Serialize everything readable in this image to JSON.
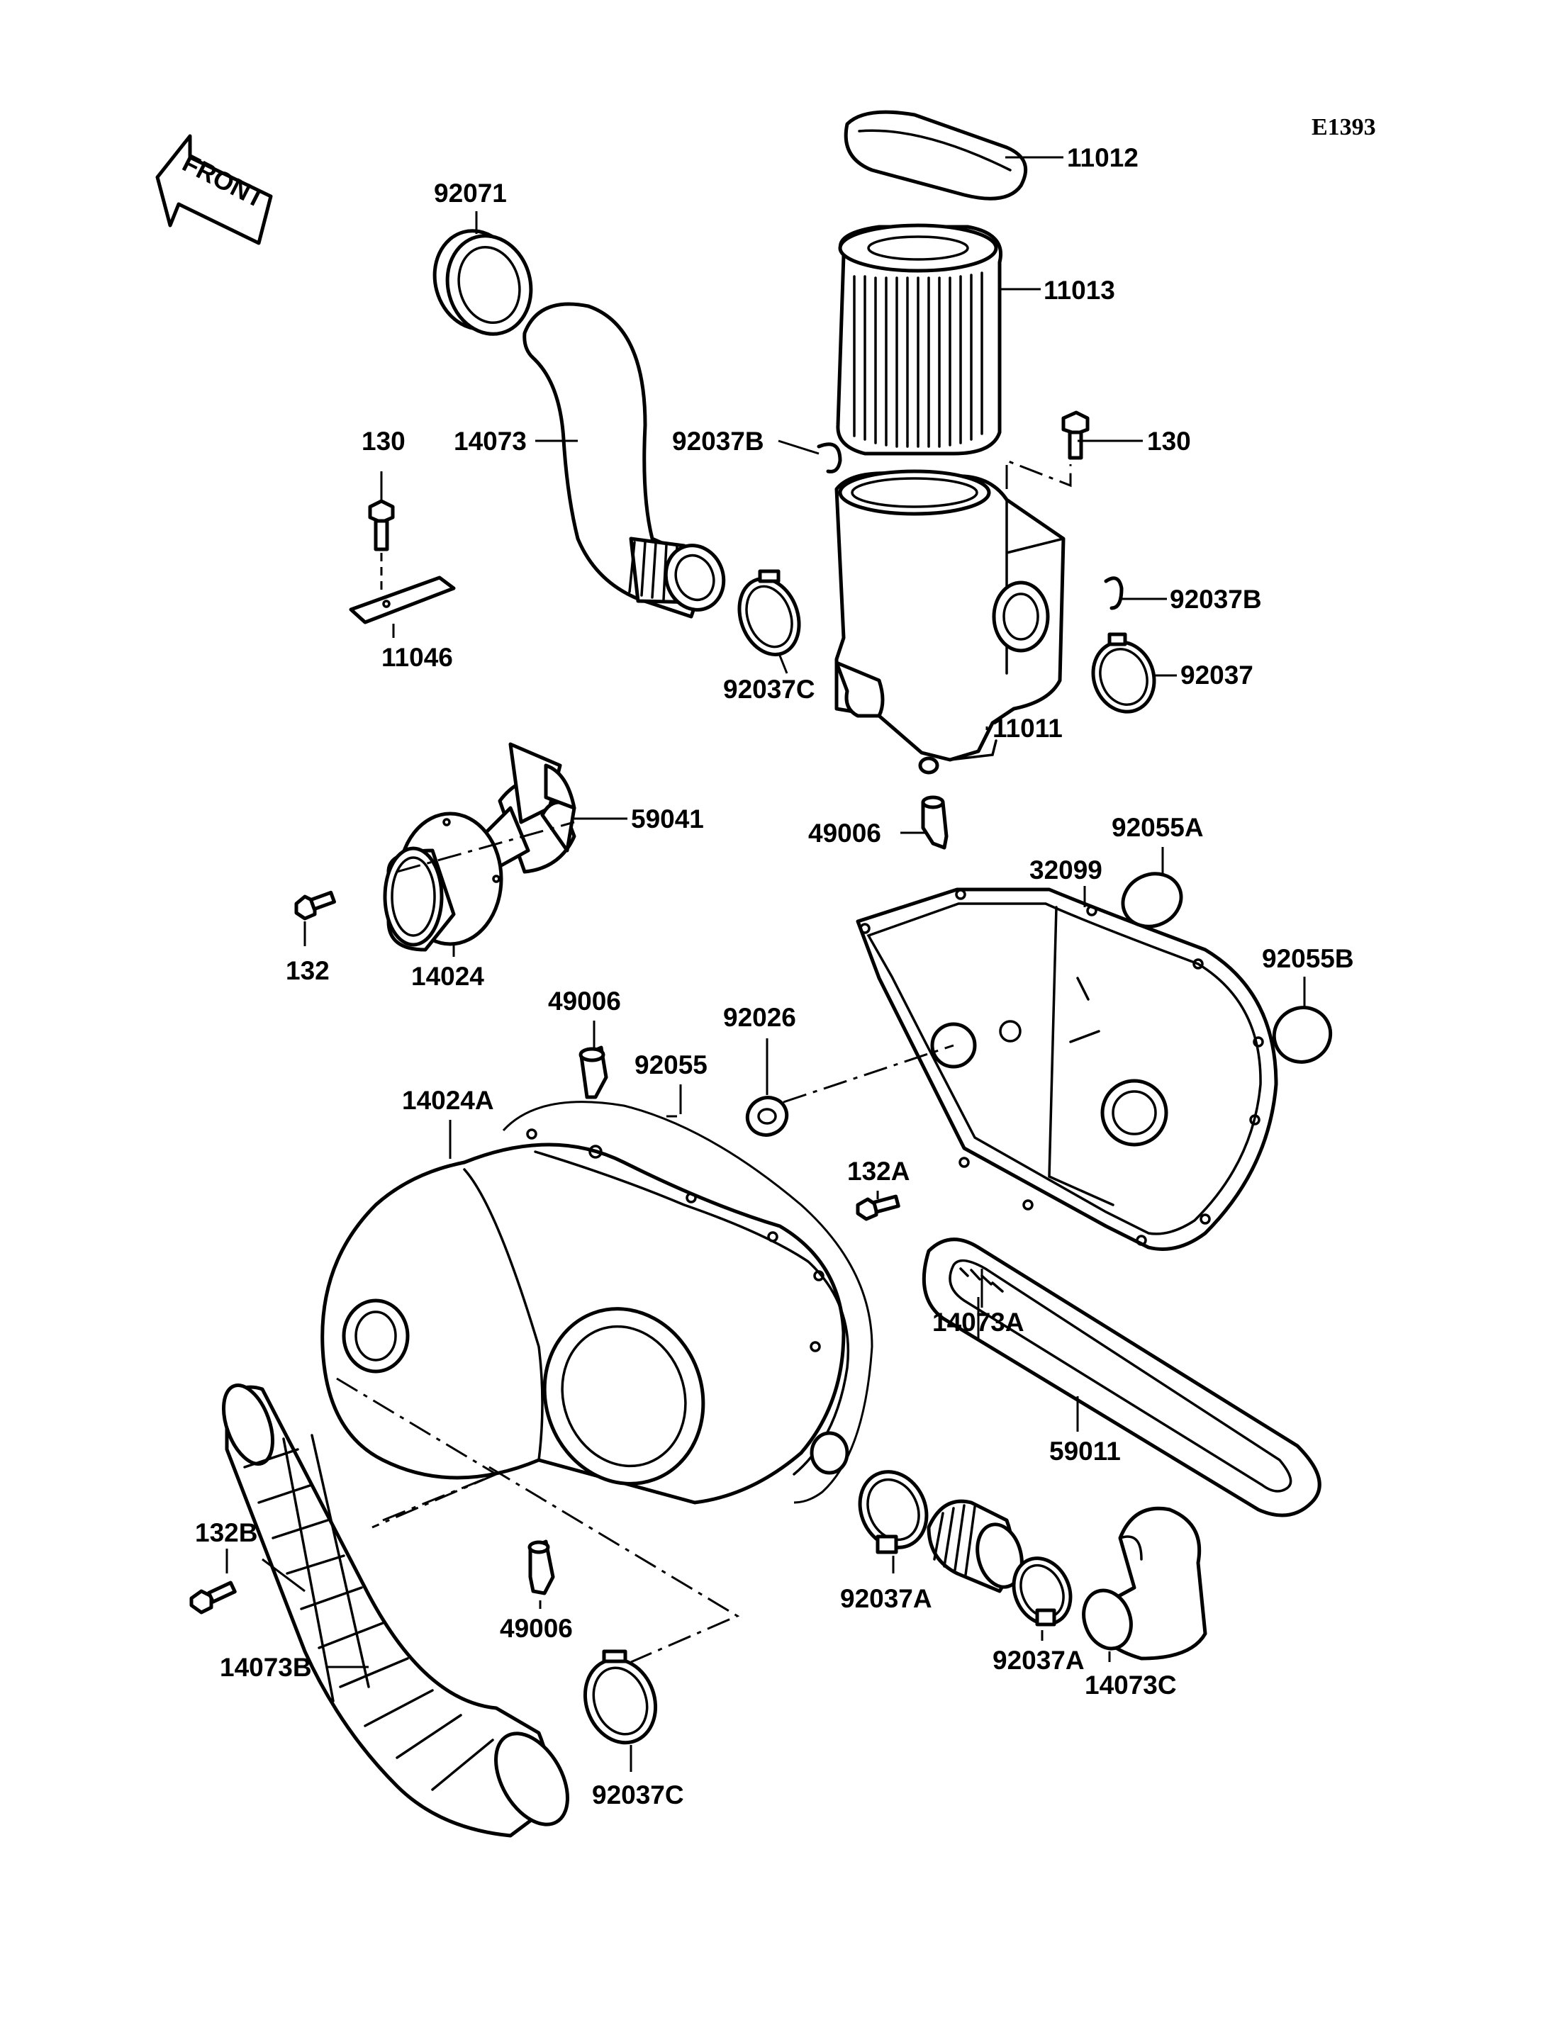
{
  "diagram_code": "E1393",
  "front_arrow": {
    "text": "FRONT",
    "icon": "front-arrow-icon"
  },
  "labels": {
    "p11012": "11012",
    "p11013": "11013",
    "p92071": "92071",
    "p14073": "14073",
    "p92037B_top": "92037B",
    "p130_right": "130",
    "p130_left": "130",
    "p11046": "11046",
    "p92037B_right": "92037B",
    "p92037C_top": "92037C",
    "p92037": "92037",
    "p11011": "11011",
    "p59041": "59041",
    "p49006_top": "49006",
    "p92055A": "92055A",
    "p32099": "32099",
    "p132": "132",
    "p14024": "14024",
    "p92055B": "92055B",
    "p49006_mid": "49006",
    "p92026": "92026",
    "p92055": "92055",
    "p14024A": "14024A",
    "p132A": "132A",
    "p14073A": "14073A",
    "p59011": "59011",
    "p132B": "132B",
    "p92037A_left": "92037A",
    "p49006_bottom": "49006",
    "p92037A_right": "92037A",
    "p14073B": "14073B",
    "p14073C": "14073C",
    "p92037C_bottom": "92037C"
  }
}
